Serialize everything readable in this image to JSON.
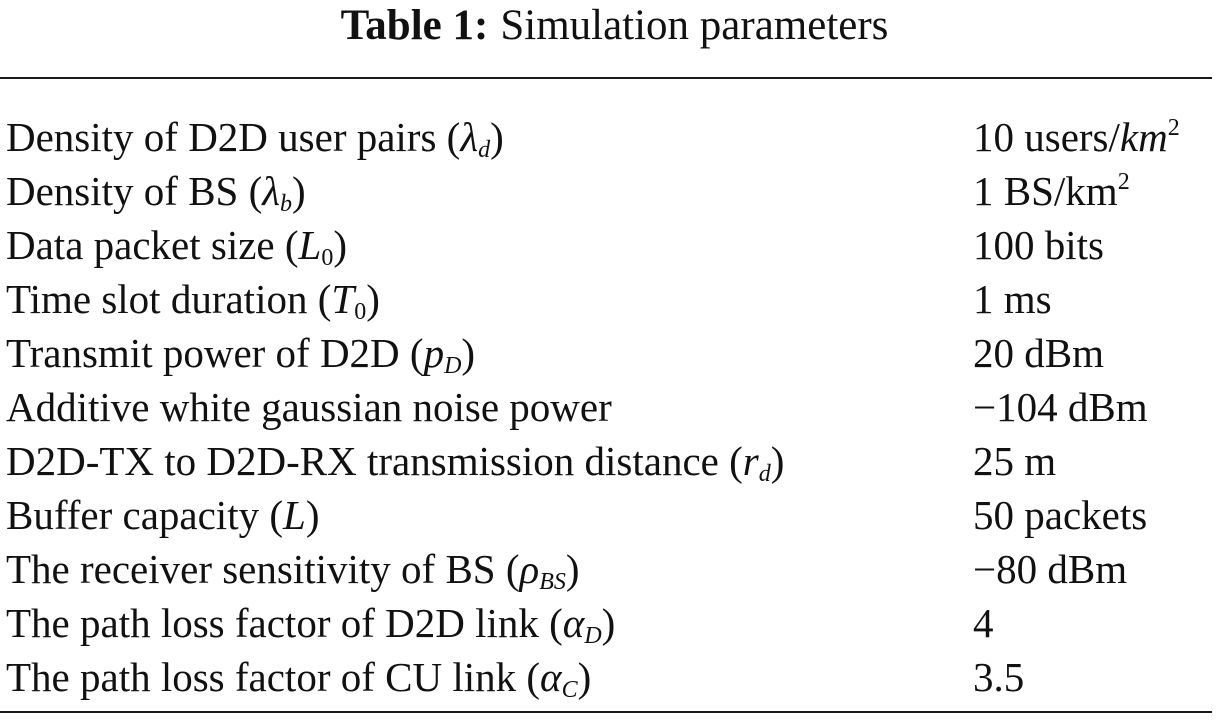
{
  "caption": {
    "label": "Table 1:",
    "title": "Simulation parameters"
  },
  "rows": [
    {
      "text": "Density of D2D user pairs",
      "sym": "λ",
      "sub": "d",
      "value": "10 users/",
      "value_unit": "km",
      "value_sup": "2"
    },
    {
      "text": "Density of BS",
      "sym": "λ",
      "sub": "b",
      "value": "1 BS/km",
      "value_sup": "2"
    },
    {
      "text": "Data packet size",
      "sym": "L",
      "sub": "0",
      "value": "100 bits"
    },
    {
      "text": "Time slot duration",
      "sym": "T",
      "sub": "0",
      "value": "1 ms"
    },
    {
      "text": "Transmit power of D2D",
      "sym": "p",
      "sub": "D",
      "value": "20 dBm"
    },
    {
      "text": "Additive white gaussian noise power",
      "value": "−104 dBm"
    },
    {
      "text": "D2D-TX to D2D-RX transmission distance",
      "sym": "r",
      "sub": "d",
      "value": "25 m"
    },
    {
      "text": "Buffer capacity",
      "sym": "L",
      "value": "50 packets"
    },
    {
      "text": "The receiver sensitivity of BS",
      "sym": "ρ",
      "sub": "BS",
      "value": "−80 dBm"
    },
    {
      "text": "The path loss factor of D2D link",
      "sym": "α",
      "sub": "D",
      "value": "4"
    },
    {
      "text": "The path loss factor of CU link",
      "sym": "α",
      "sub": "C",
      "value": "3.5"
    }
  ]
}
